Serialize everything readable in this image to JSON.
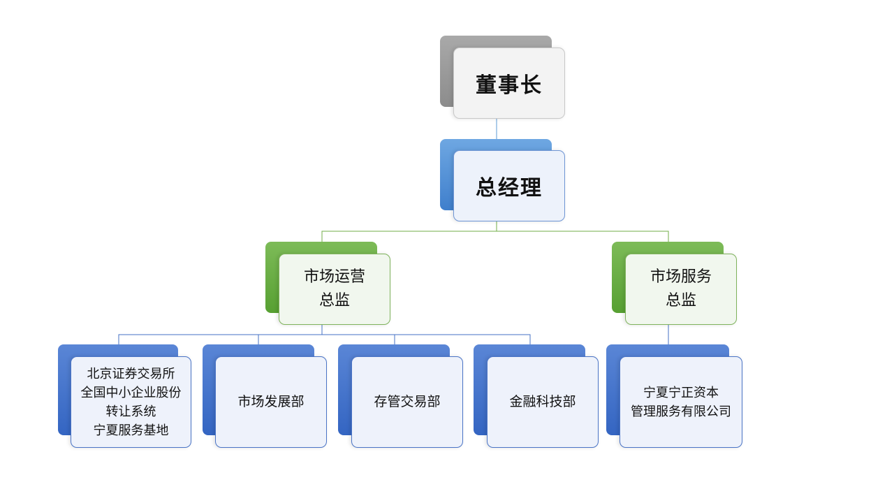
{
  "chairman": "董事长",
  "general_manager": "总经理",
  "directors": {
    "market_operations": [
      "市场运营",
      "总监"
    ],
    "market_services": [
      "市场服务",
      "总监"
    ]
  },
  "departments": {
    "neeq_base": [
      "北京证券交易所",
      "全国中小企业股份",
      "转让系统",
      "宁夏服务基地"
    ],
    "market_development": "市场发展部",
    "custody_trading": "存管交易部",
    "fintech": "金融科技部",
    "ningxia_capital": [
      "宁夏宁正资本",
      "管理服务有限公司"
    ]
  },
  "colors": {
    "chairman": "#9b9b9b",
    "general_manager": "#5b9bd5",
    "director": "#70ad47",
    "department": "#4472c4"
  }
}
